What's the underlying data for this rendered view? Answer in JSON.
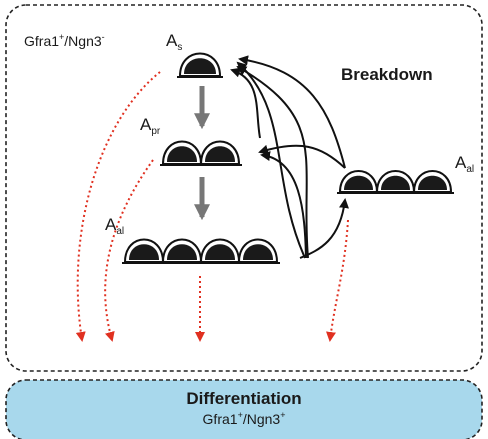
{
  "compartment": {
    "marker_main": "Gfra1",
    "marker_main_sup": "+",
    "marker_sep": "/Ngn3",
    "marker_sep_sup": "-"
  },
  "breakdown_label": "Breakdown",
  "cells": {
    "as": {
      "label_main": "A",
      "label_sub": "s",
      "count": 1
    },
    "apr": {
      "label_main": "A",
      "label_sub": "pr",
      "count": 2
    },
    "aal": {
      "label_main": "A",
      "label_sub": "al",
      "count": 4
    },
    "aal_right": {
      "label_main": "A",
      "label_sub": "al",
      "count": 3
    }
  },
  "differentiation": {
    "title": "Differentiation",
    "marker_main": "Gfra1",
    "marker_main_sup": "+",
    "marker_sep": "/Ngn3",
    "marker_sep_sup": "+"
  },
  "colors": {
    "progression_arrow": "#777777",
    "differentiation_arrow": "#e03020",
    "breakdown_arrow": "#111111",
    "differentiation_box": "#a8d8ec",
    "cell_fill": "#1a1a1a"
  }
}
